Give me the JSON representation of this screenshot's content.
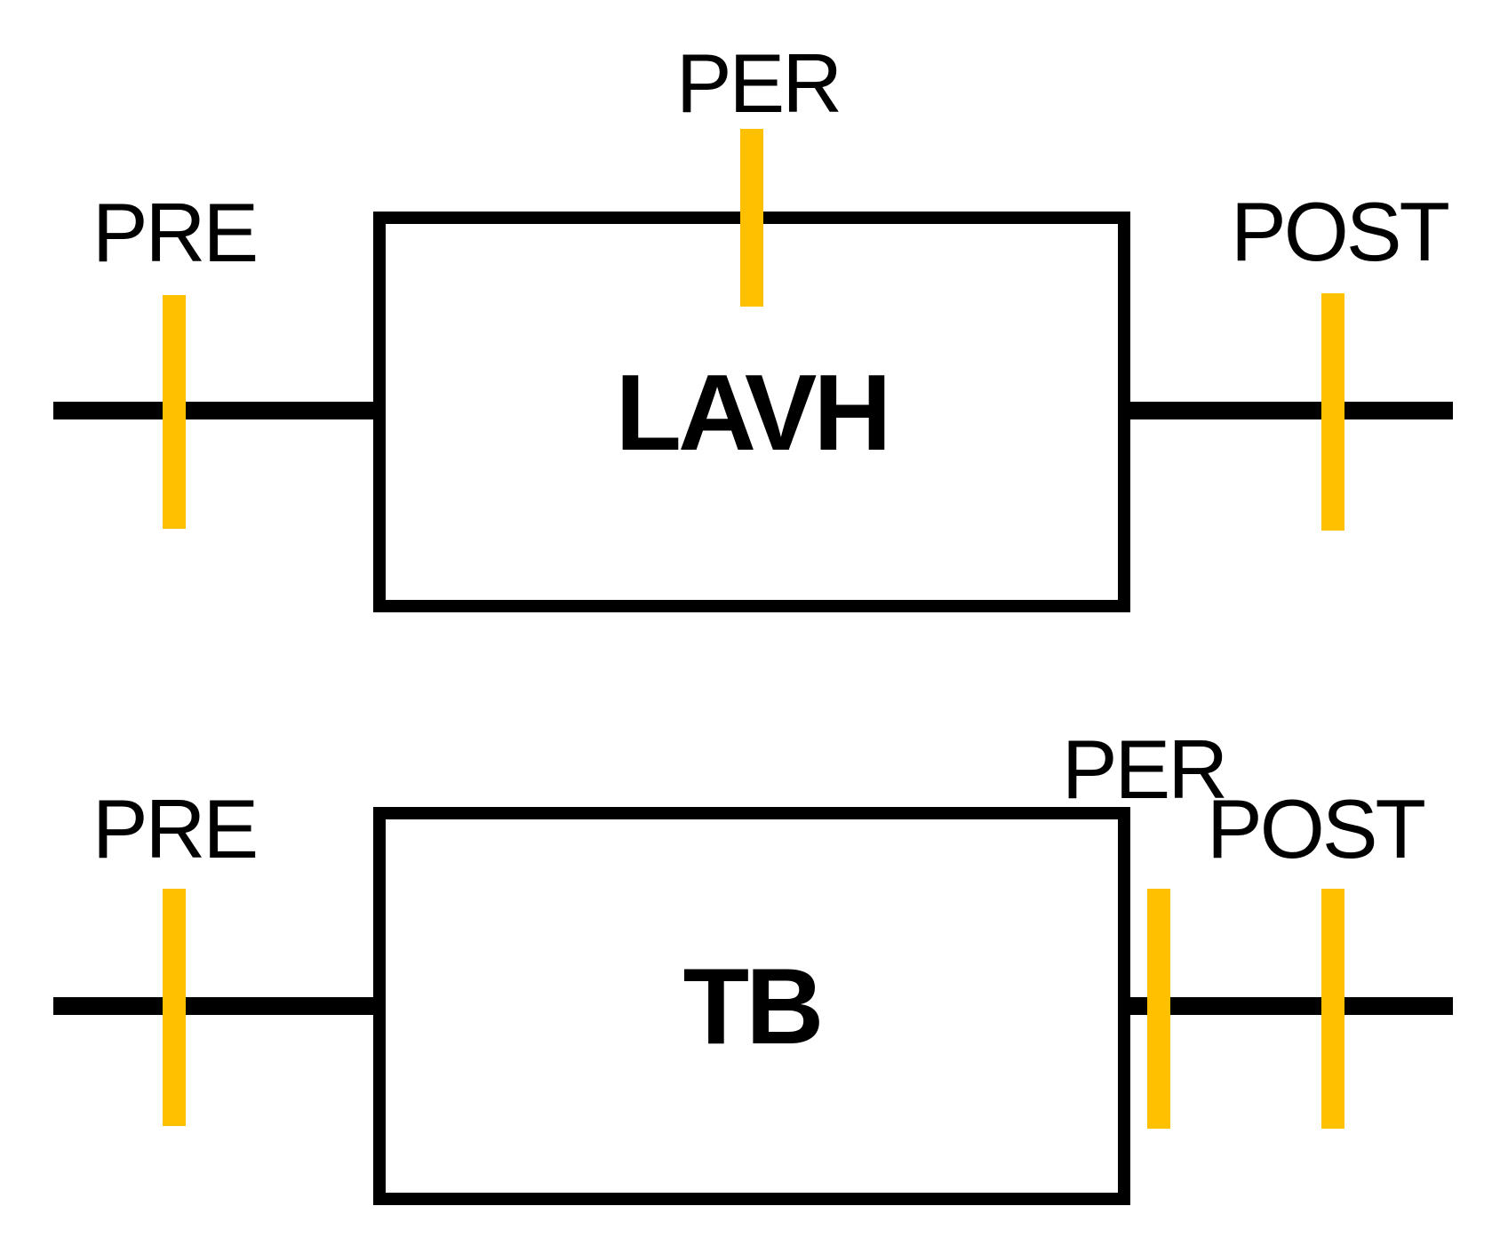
{
  "colors": {
    "tick": "#FFC000",
    "line": "#000000",
    "background": "#FFFFFF"
  },
  "diagrams": [
    {
      "id": "lavh",
      "box_label": "LAVH",
      "tick_labels": {
        "pre": "PRE",
        "per": "PER",
        "post": "POST"
      }
    },
    {
      "id": "tb",
      "box_label": "TB",
      "tick_labels": {
        "pre": "PRE",
        "per": "PER",
        "post": "POST"
      }
    }
  ]
}
